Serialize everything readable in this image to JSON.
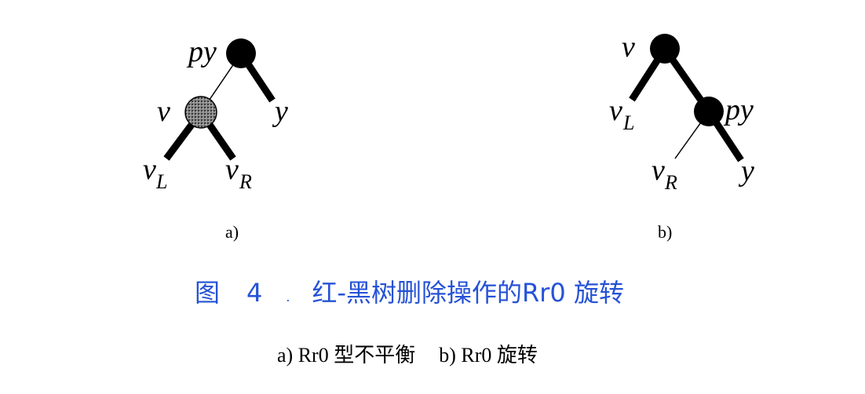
{
  "panel_a": {
    "label": "a)",
    "nodes": {
      "py": "py",
      "v": "v",
      "y": "y",
      "vL_main": "v",
      "vL_sub": "L",
      "vR_main": "v",
      "vR_sub": "R"
    }
  },
  "panel_b": {
    "label": "b)",
    "nodes": {
      "v": "v",
      "py": "py",
      "y": "y",
      "vL_main": "v",
      "vL_sub": "L",
      "vR_main": "v",
      "vR_sub": "R"
    }
  },
  "figure": {
    "prefix": "图",
    "number": "4",
    "dot": ".",
    "title": "红-黑树删除操作的Rr0 旋转"
  },
  "caption": {
    "part_a": "a) Rr0 型不平衡",
    "part_b": "b) Rr0 旋转"
  },
  "colors": {
    "black_node": "#000000",
    "red_node_fill": "#707070",
    "title_blue": "#2552d6"
  }
}
